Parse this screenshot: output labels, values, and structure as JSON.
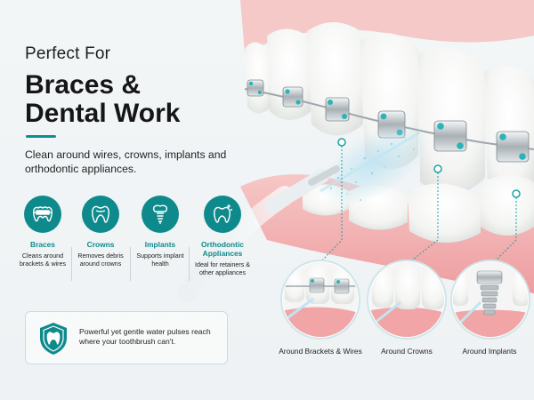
{
  "headline": {
    "small": "Perfect For",
    "big_line1": "Braces &",
    "big_line2": "Dental Work"
  },
  "subtext": "Clean around wires, crowns, implants and orthodontic appliances.",
  "features": [
    {
      "title": "Braces",
      "desc": "Cleans around brackets & wires",
      "icon": "braces-icon"
    },
    {
      "title": "Crowns",
      "desc": "Removes debris around crowns",
      "icon": "crown-tooth-icon"
    },
    {
      "title": "Implants",
      "desc": "Supports implant health",
      "icon": "implant-icon"
    },
    {
      "title": "Orthodontic Appliances",
      "desc": "Ideal for retainers & other appliances",
      "icon": "sparkle-tooth-icon"
    }
  ],
  "note": {
    "text": "Powerful yet gentle water pulses reach where your toothbrush can't.",
    "icon": "shield-tooth-icon"
  },
  "insets": [
    {
      "label": "Around Brackets & Wires"
    },
    {
      "label": "Around Crowns"
    },
    {
      "label": "Around Implants"
    }
  ],
  "colors": {
    "accent": "#0f8a8c",
    "gum": "#f2a7a9",
    "background": "#f2f5f6"
  }
}
